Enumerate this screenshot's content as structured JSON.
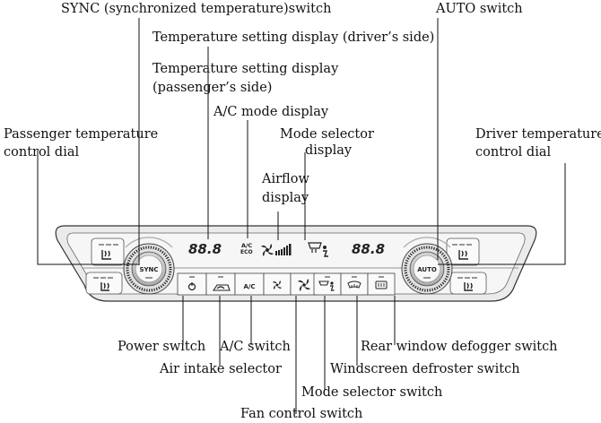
{
  "labels": {
    "sync_switch": "SYNC (synchronized temperature)switch",
    "auto_switch": "AUTO switch",
    "temp_driver": "Temperature setting display (driver’s side)",
    "temp_passenger_1": "Temperature setting display",
    "temp_passenger_2": "(passenger’s side)",
    "ac_mode_display": "A/C mode display",
    "passenger_dial_1": "Passenger temperature",
    "passenger_dial_2": "control dial",
    "mode_selector_display_1": "Mode selector",
    "mode_selector_display_2": "display",
    "driver_dial_1": "Driver temperature",
    "driver_dial_2": "control dial",
    "airflow_display_1": "Airflow",
    "airflow_display_2": "display",
    "power_switch": "Power switch",
    "ac_switch": "A/C switch",
    "rear_defogger": "Rear window defogger switch",
    "air_intake": "Air intake selector",
    "windscreen_defroster": "Windscreen defroster switch",
    "mode_selector_switch": "Mode selector switch",
    "fan_control": "Fan control switch"
  },
  "panel": {
    "sync_label": "SYNC",
    "auto_label": "AUTO",
    "passenger_temp": "88.8",
    "driver_temp": "88.8",
    "ac_top": "A/C",
    "eco": "ECO",
    "ac_button": "A/C"
  },
  "icons": {
    "power": "power-icon",
    "air_intake": "air-recirculation-icon",
    "fan_low": "fan-low-icon",
    "fan_high": "fan-high-icon",
    "mode": "mode-selector-icon",
    "windscreen": "windscreen-defroster-icon",
    "rear": "rear-defogger-icon",
    "seat_heater": "seat-heater-icon"
  }
}
